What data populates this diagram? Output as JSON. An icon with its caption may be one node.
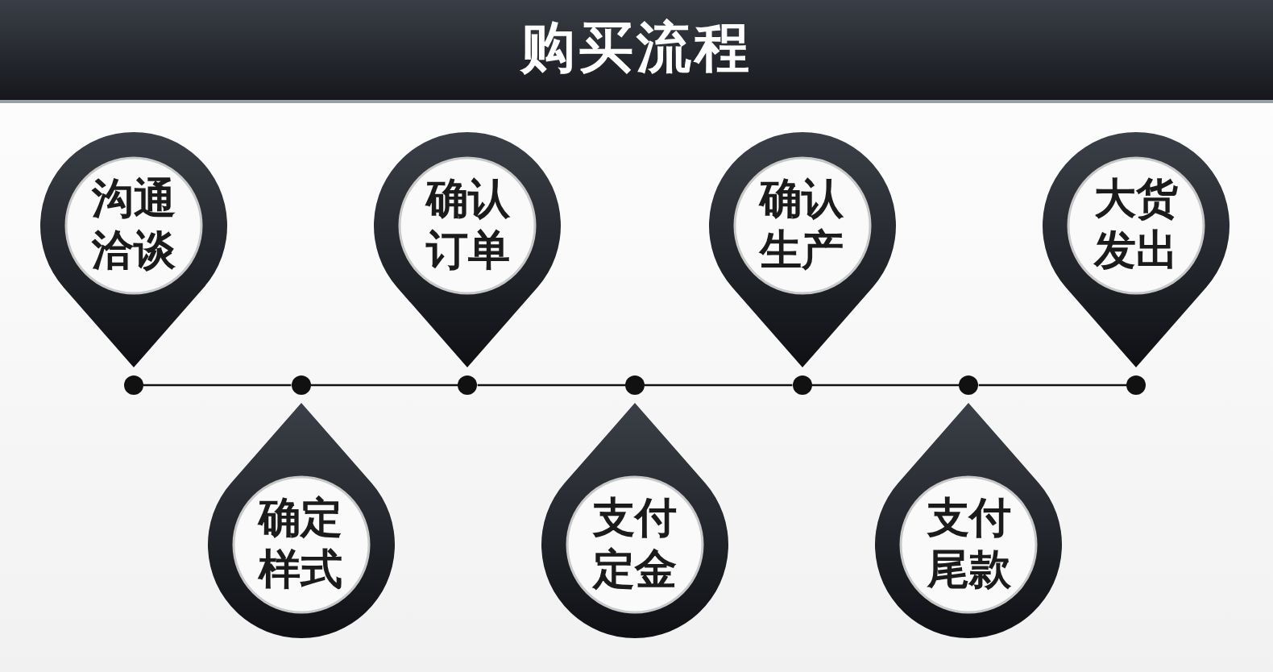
{
  "diagram": {
    "title": "购买流程",
    "nodes": [
      {
        "text": [
          "沟通洽谈"
        ]
      },
      {
        "text": [
          "确定样式"
        ]
      },
      {
        "text": [
          "确认订单"
        ]
      },
      {
        "text": [
          "支付定金"
        ]
      },
      {
        "text": [
          "确认生产"
        ]
      },
      {
        "text": [
          "支付尾款"
        ]
      },
      {
        "text": [
          "大货发出"
        ]
      },
      {
        "text": [],
        "shape": "circle"
      },
      {
        "text": [],
        "shape": "circle"
      },
      {
        "text": [],
        "shape": "circle"
      },
      {
        "text": [],
        "shape": "circle"
      },
      {
        "text": [],
        "shape": "circle"
      },
      {
        "text": [],
        "shape": "circle"
      },
      {
        "text": [],
        "shape": "circle"
      }
    ],
    "edges": [
      {
        "from": 7,
        "to": 8,
        "arrow": "none"
      },
      {
        "from": 8,
        "to": 9,
        "arrow": "none"
      },
      {
        "from": 9,
        "to": 10,
        "arrow": "none"
      },
      {
        "from": 10,
        "to": 11,
        "arrow": "none"
      },
      {
        "from": 11,
        "to": 12,
        "arrow": "none"
      },
      {
        "from": 12,
        "to": 13,
        "arrow": "none"
      }
    ]
  }
}
